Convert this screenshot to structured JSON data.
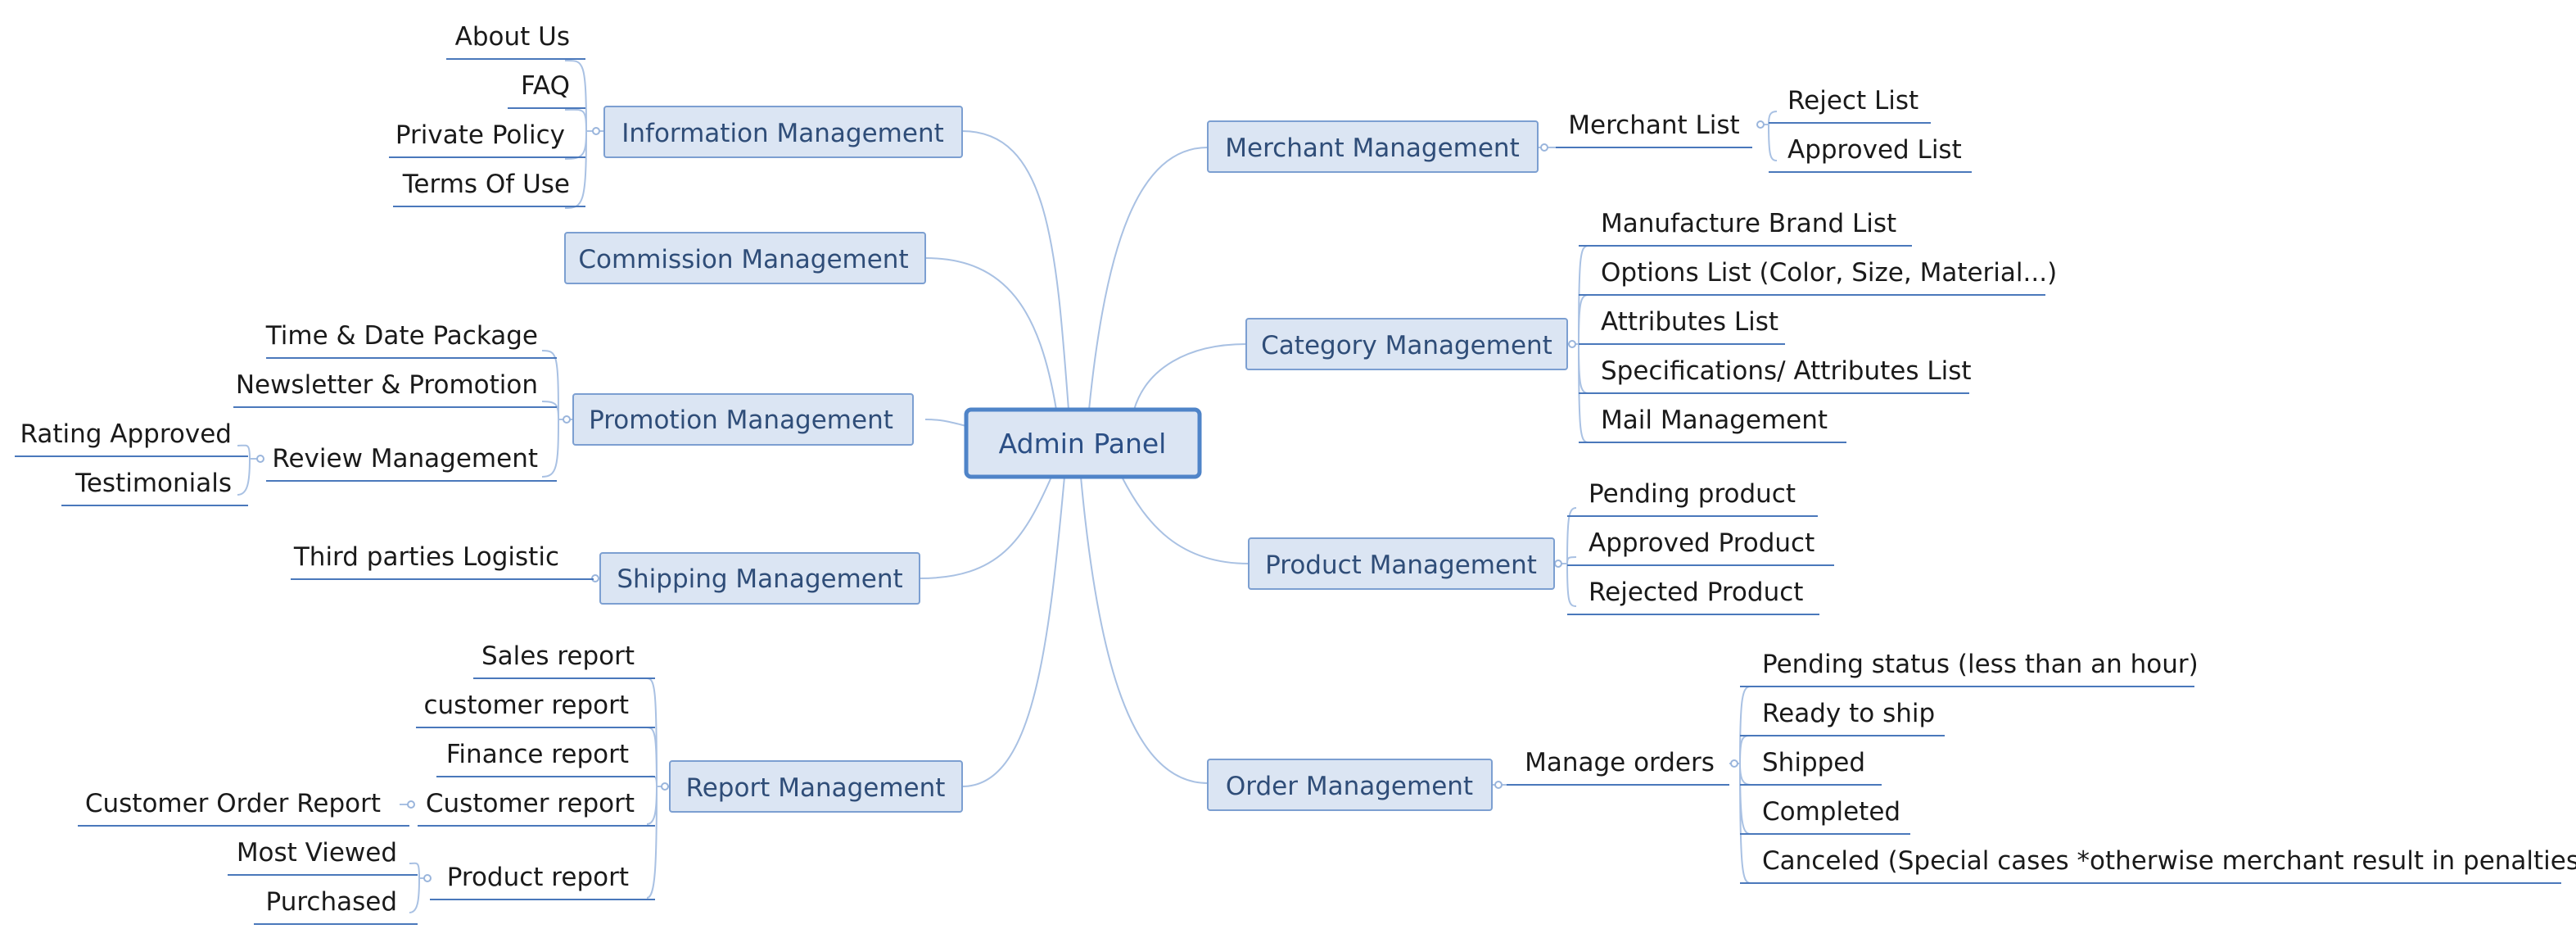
{
  "root": "Admin Panel",
  "branches": {
    "information": {
      "label": "Information Management",
      "children": [
        "About Us",
        "FAQ",
        "Private Policy",
        "Terms Of Use"
      ]
    },
    "commission": {
      "label": "Commission Management"
    },
    "promotion": {
      "label": "Promotion Management",
      "children": [
        "Time & Date Package",
        "Newsletter & Promotion"
      ],
      "review": {
        "label": "Review Management",
        "children": [
          "Rating Approved",
          "Testimonials"
        ]
      }
    },
    "shipping": {
      "label": "Shipping Management",
      "children": [
        "Third parties Logistic"
      ]
    },
    "report": {
      "label": "Report Management",
      "children": [
        "Sales report",
        "customer report",
        "Finance report"
      ],
      "customer": {
        "label": "Customer report",
        "children": [
          "Customer Order Report"
        ]
      },
      "product": {
        "label": "Product report",
        "children": [
          "Most Viewed",
          "Purchased"
        ]
      }
    },
    "merchant": {
      "label": "Merchant Management",
      "list": {
        "label": "Merchant List",
        "children": [
          "Reject List",
          "Approved List"
        ]
      }
    },
    "category": {
      "label": "Category Management",
      "children": [
        "Manufacture Brand List",
        "Options List (Color, Size, Material...)",
        "Attributes List",
        "Specifications/ Attributes List",
        "Mail Management"
      ]
    },
    "product": {
      "label": "Product Management",
      "children": [
        "Pending product",
        "Approved Product",
        "Rejected Product"
      ]
    },
    "order": {
      "label": "Order Management",
      "manage": {
        "label": "Manage orders",
        "children": [
          "Pending status (less than an hour)",
          "Ready to ship",
          "Shipped",
          "Completed",
          "Canceled (Special cases *otherwise merchant result in penalties)"
        ]
      }
    }
  }
}
